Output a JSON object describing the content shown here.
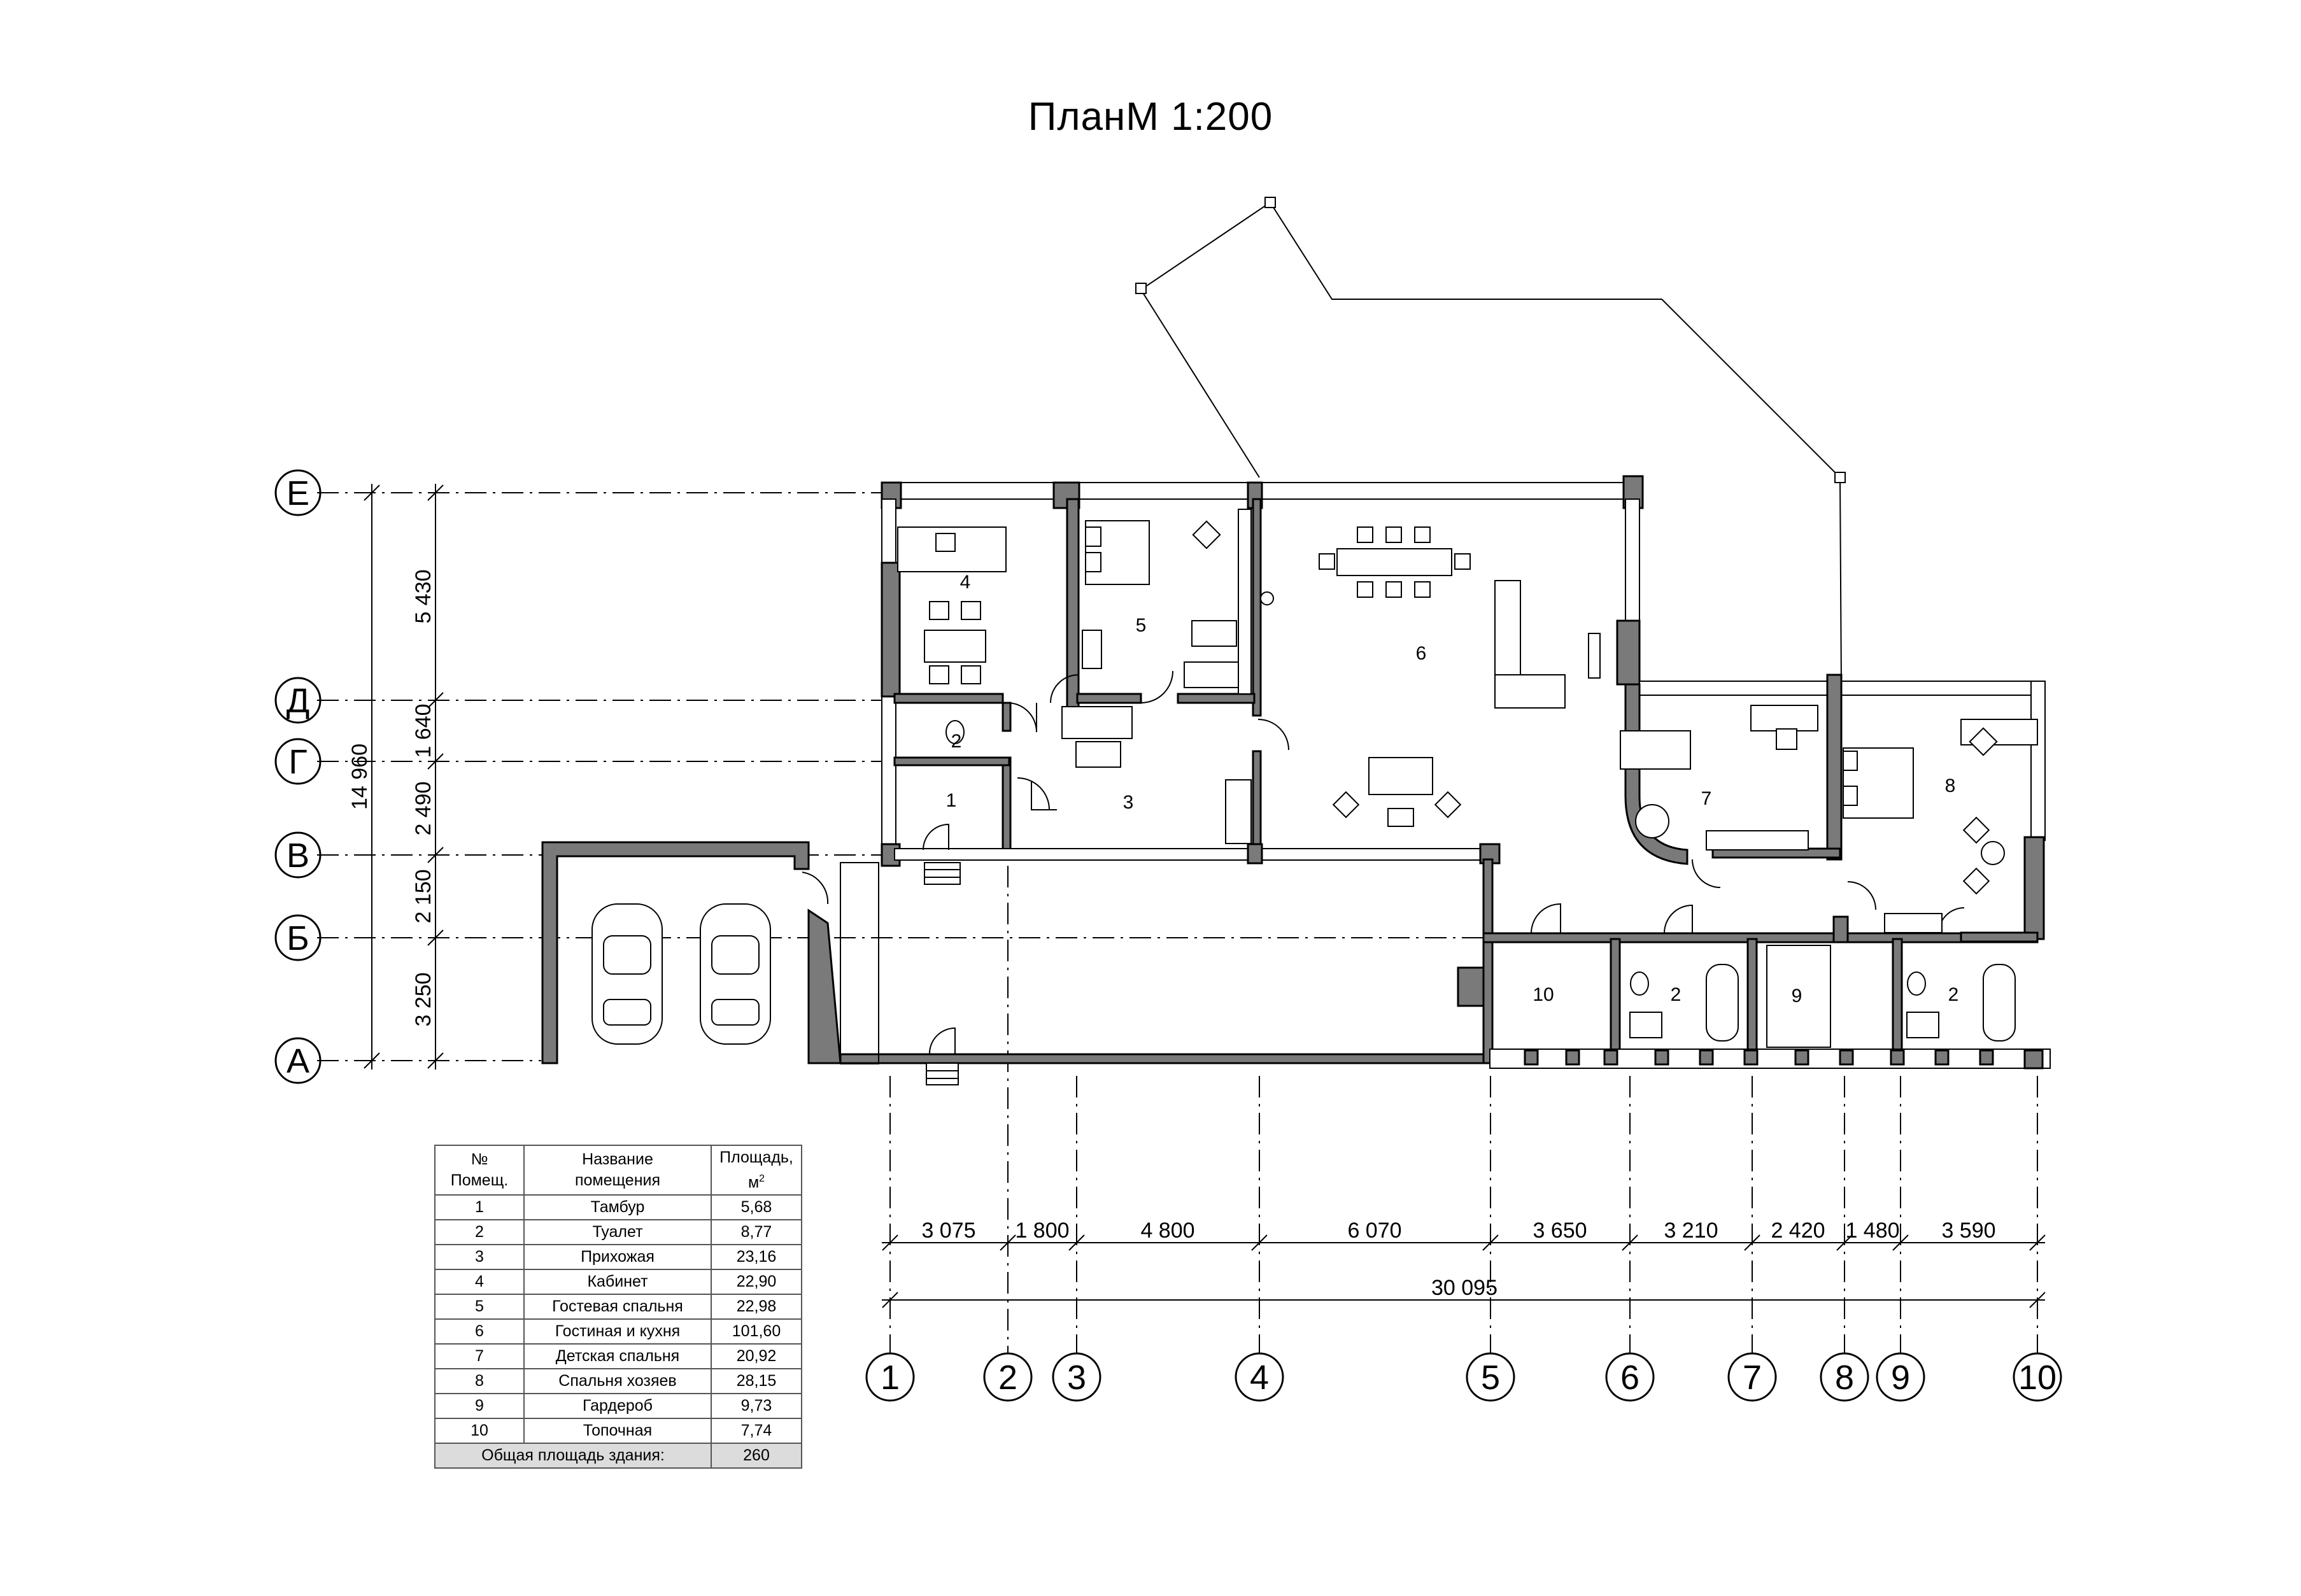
{
  "title": {
    "plan": "План",
    "scale": "М 1:200"
  },
  "row_axes": [
    {
      "label": "Е"
    },
    {
      "label": "Д"
    },
    {
      "label": "Г"
    },
    {
      "label": "В"
    },
    {
      "label": "Б"
    },
    {
      "label": "А"
    }
  ],
  "column_axes": [
    {
      "label": "1"
    },
    {
      "label": "2"
    },
    {
      "label": "3"
    },
    {
      "label": "4"
    },
    {
      "label": "5"
    },
    {
      "label": "6"
    },
    {
      "label": "7"
    },
    {
      "label": "8"
    },
    {
      "label": "9"
    },
    {
      "label": "10"
    }
  ],
  "vertical_dimensions": [
    "5 430",
    "1 640",
    "2 490",
    "2 150",
    "3 250"
  ],
  "vertical_total": "14 960",
  "horizontal_dimensions": [
    "3 075",
    "1 800",
    "4 800",
    "6 070",
    "3 650",
    "3 210",
    "2 420",
    "1 480",
    "3 590"
  ],
  "horizontal_total": "30 095",
  "room_labels": [
    "4",
    "5",
    "6",
    "2",
    "1",
    "3",
    "7",
    "8",
    "10",
    "2",
    "9",
    "2"
  ],
  "table": {
    "headers": {
      "num_line1": "№",
      "num_line2": "Помещ.",
      "name_line1": "Название",
      "name_line2": "помещения",
      "area_line1": "Площадь,",
      "area_unit": "м",
      "area_sup": "2"
    },
    "rows": [
      {
        "num": "1",
        "name": "Тамбур",
        "area": "5,68"
      },
      {
        "num": "2",
        "name": "Туалет",
        "area": "8,77"
      },
      {
        "num": "3",
        "name": "Прихожая",
        "area": "23,16"
      },
      {
        "num": "4",
        "name": "Кабинет",
        "area": "22,90"
      },
      {
        "num": "5",
        "name": "Гостевая спальня",
        "area": "22,98"
      },
      {
        "num": "6",
        "name": "Гостиная и кухня",
        "area": "101,60"
      },
      {
        "num": "7",
        "name": "Детская спальня",
        "area": "20,92"
      },
      {
        "num": "8",
        "name": "Спальня хозяев",
        "area": "28,15"
      },
      {
        "num": "9",
        "name": "Гардероб",
        "area": "9,73"
      },
      {
        "num": "10",
        "name": "Топочная",
        "area": "7,74"
      }
    ],
    "total_label": "Общая площадь здания:",
    "total_value": "260"
  }
}
